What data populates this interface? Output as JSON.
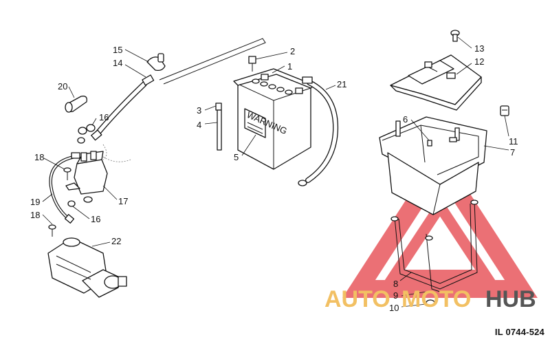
{
  "figure_id": "IL 0744-524",
  "battery_warning_label": "WARNING",
  "watermark": {
    "text_a": "AUTO",
    "text_b": "MOTO",
    "text_c": "HUB",
    "color_a": "#f2c063",
    "color_b": "#f2c063",
    "color_c": "#555555",
    "triangle_color": "#e8585d"
  },
  "callouts": [
    "1",
    "2",
    "3",
    "4",
    "5",
    "6",
    "7",
    "8",
    "9",
    "10",
    "11",
    "12",
    "13",
    "14",
    "15",
    "16",
    "16",
    "17",
    "18",
    "18",
    "19",
    "20",
    "21",
    "22"
  ]
}
